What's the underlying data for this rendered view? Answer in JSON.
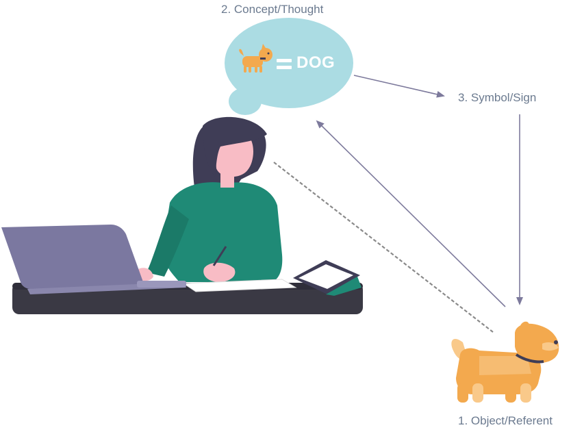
{
  "labels": {
    "concept": "2. Concept/Thought",
    "symbol": "3. Symbol/Sign",
    "object": "1. Object/Referent",
    "dog_word": "DOG"
  },
  "colors": {
    "arrow": "#7d7a9c",
    "dashed_line": "#8a8a8a",
    "bubble": "#abdce3",
    "dog": "#f3a94e",
    "dog_light": "#f9c98a",
    "shirt": "#1f8a76",
    "hair": "#3f3d56",
    "skin": "#f8bcc5",
    "laptop": "#7b78a0",
    "desk": "#3a3944"
  },
  "icons": [
    "dog-icon",
    "equals-icon",
    "woman-illustration",
    "laptop-illustration",
    "tablet-illustration"
  ]
}
